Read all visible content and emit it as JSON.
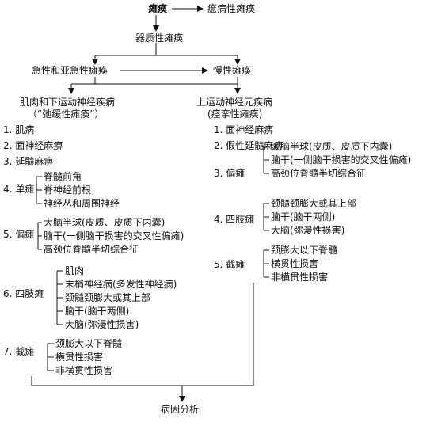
{
  "root": {
    "label": "瘫痪",
    "hysteria_label": "癔病性瘫痪"
  },
  "organic": "器质性瘫痪",
  "acute": "急性和亚急性瘫痪",
  "chronic": "慢性瘫痪",
  "lmn": {
    "title_line1": "肌肉和下运动神经疾病",
    "title_line2": "（“弛缓性瘫痪”）",
    "items": [
      {
        "label": "1. 肌病",
        "subs": []
      },
      {
        "label": "2. 面神经麻痹",
        "subs": []
      },
      {
        "label": "3. 延髓麻痹",
        "subs": []
      },
      {
        "label": "4. 单瘫",
        "subs": [
          "脊髓前角",
          "脊神经前根",
          "神经丛和周围神经"
        ]
      },
      {
        "label": "5. 偏瘫",
        "subs": [
          "大脑半球(皮质、皮质下内囊)",
          "脑干(一侧脑干损害的交叉性偏瘫)",
          "高颈位脊髓半切综合征"
        ]
      },
      {
        "label": "6. 四肢瘫",
        "subs": [
          "肌肉",
          "末梢神经病(多发性神经病)",
          "颈髓颈膨大或其上部",
          "脑干(脑干两侧)",
          "大脑(弥漫性损害)"
        ]
      },
      {
        "label": "7. 截瘫",
        "subs": [
          "颈膨大以下脊髓",
          "横贯性损害",
          "非横贯性损害"
        ]
      }
    ]
  },
  "umn": {
    "title_line1": "上运动神经元疾病",
    "title_line2": "(痉挛性瘫痪)",
    "items": [
      {
        "label": "1. 面神经麻痹",
        "subs": []
      },
      {
        "label": "2. 假性延髓麻痹",
        "subs": []
      },
      {
        "label": "3. 偏瘫",
        "subs": [
          "大脑半球(皮质、皮质下内囊)",
          "脑干(一侧脑干损害的交叉性偏瘫)",
          "高颈位脊髓半切综合征"
        ]
      },
      {
        "label": "4. 四肢瘫",
        "subs": [
          "颈髓颈膨大或其上部",
          "脑干(脑干两侧)",
          "大脑(弥漫性损害)"
        ]
      },
      {
        "label": "5. 截瘫",
        "subs": [
          "颈膨大以下脊髓",
          "横贯性损害",
          "非横贯性损害"
        ]
      }
    ]
  },
  "final": "病因分析"
}
